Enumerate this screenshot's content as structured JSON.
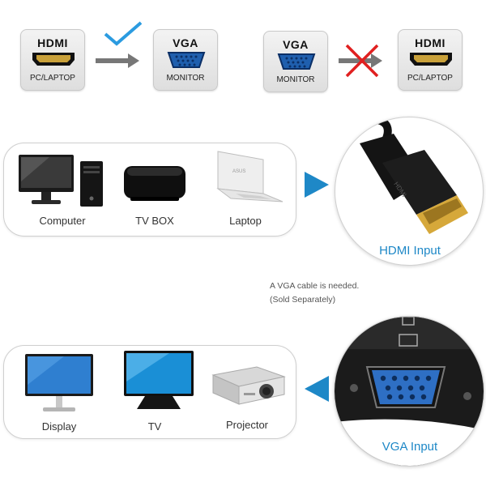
{
  "top_row": {
    "valid": {
      "source": {
        "logo": "HDMI",
        "label": "PC/LAPTOP"
      },
      "target": {
        "logo": "VGA",
        "label": "MONITOR"
      },
      "mark": "check-icon"
    },
    "invalid": {
      "source": {
        "logo": "VGA",
        "label": "MONITOR"
      },
      "target": {
        "logo": "HDMI",
        "label": "PC/LAPTOP"
      },
      "mark": "cross-icon"
    }
  },
  "sources": {
    "devices": [
      {
        "label": "Computer",
        "icon": "desktop-computer-icon"
      },
      {
        "label": "TV BOX",
        "icon": "tv-box-icon"
      },
      {
        "label": "Laptop",
        "icon": "laptop-icon"
      }
    ],
    "input_label": "HDMI Input"
  },
  "note": {
    "line1": "A VGA cable is needed.",
    "line2": "(Sold Separately)"
  },
  "outputs": {
    "devices": [
      {
        "label": "Display",
        "icon": "display-monitor-icon"
      },
      {
        "label": "TV",
        "icon": "tv-icon"
      },
      {
        "label": "Projector",
        "icon": "projector-icon"
      }
    ],
    "input_label": "VGA Input"
  },
  "colors": {
    "accent_blue": "#1e88c7",
    "check_blue": "#2b9be0",
    "cross_red": "#e02020",
    "gold": "#d6a83a"
  }
}
